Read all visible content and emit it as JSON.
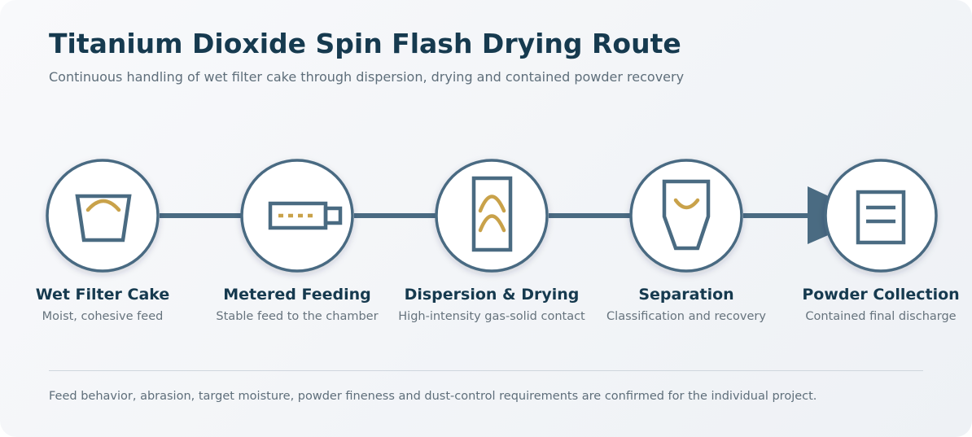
{
  "title": "Titanium Dioxide Spin Flash Drying Route",
  "subtitle": "Continuous handling of wet filter cake through dispersion, drying and contained powder recovery",
  "steps": [
    {
      "label": "Wet Filter Cake",
      "description": "Moist, cohesive feed",
      "icon": "bucket-icon"
    },
    {
      "label": "Metered Feeding",
      "description": "Stable feed to the chamber",
      "icon": "screw-feeder-icon"
    },
    {
      "label": "Dispersion & Drying",
      "description": "High-intensity gas-solid contact",
      "icon": "drying-chamber-icon"
    },
    {
      "label": "Separation",
      "description": "Classification and recovery",
      "icon": "cyclone-icon"
    },
    {
      "label": "Powder Collection",
      "description": "Contained final discharge",
      "icon": "collection-bin-icon"
    }
  ],
  "footnote": "Feed behavior, abrasion, target moisture, powder fineness and dust-control requirements are confirmed for the individual project.",
  "colors": {
    "title": "#163a4f",
    "line": "#4a6b82",
    "icon_stroke": "#4a6b82",
    "icon_accent": "#c9a24a",
    "circle_fill": "#ffffff"
  }
}
